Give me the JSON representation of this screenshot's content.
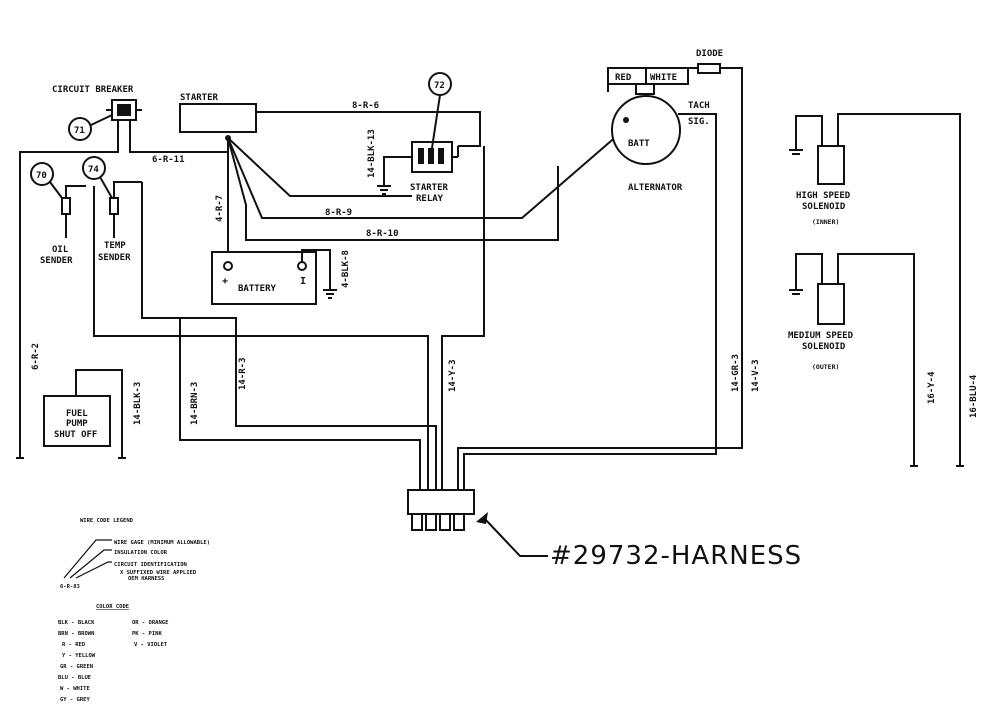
{
  "components": {
    "circuit_breaker": "CIRCUIT BREAKER",
    "starter": "STARTER",
    "starter_relay": [
      "STARTER",
      "RELAY"
    ],
    "oil_sender": [
      "OIL",
      "SENDER"
    ],
    "temp_sender": [
      "TEMP",
      "SENDER"
    ],
    "battery": "BATTERY",
    "battery_plus": "+",
    "battery_minus": "I",
    "fuel_pump": [
      "FUEL",
      "PUMP",
      "SHUT OFF"
    ],
    "alternator": "ALTERNATOR",
    "alt_batt": "BATT",
    "alt_red": "RED",
    "alt_white": "WHITE",
    "tach": "TACH",
    "sig": "SIG.",
    "diode": "DIODE",
    "high_speed": [
      "HIGH SPEED",
      "SOLENOID",
      "(INNER)"
    ],
    "medium_speed": [
      "MEDIUM SPEED",
      "SOLENOID",
      "(OUTER)"
    ],
    "harness": "#29732-HARNESS"
  },
  "callouts": [
    "71",
    "72",
    "70",
    "74"
  ],
  "wires": {
    "w8r6": "8-R-6",
    "w6r11": "6-R-11",
    "w14blk13": "14-BLK-13",
    "w4r7": "4-R-7",
    "w8r9": "8-R-9",
    "w8r10": "8-R-10",
    "w4blk8": "4-BLK-8",
    "w6r2": "6-R-2",
    "w14blk3": "14-BLK-3",
    "w14brn3": "14-BRN-3",
    "w14r3": "14-R-3",
    "w14y3": "14-Y-3",
    "w14gr3": "14-GR-3",
    "w14v3": "14-V-3",
    "w16y4": "16-Y-4",
    "w16blu4": "16-BLU-4"
  },
  "legend": {
    "title": "WIRE CODE LEGEND",
    "items": [
      "WIRE GAGE (MINIMUM ALLOWABLE)",
      "INSULATION COLOR",
      "CIRCUIT IDENTIFICATION",
      "X SUFFIXED WIRE APPLIED",
      "OEM HARNESS"
    ],
    "example": "6-R-83",
    "color_title": "COLOR CODE",
    "colors_left": [
      "BLK - BLACK",
      "BRN - BROWN",
      "R - RED",
      "Y - YELLOW",
      "GR - GREEN",
      "BLU - BLUE",
      "W - WHITE",
      "GY - GREY"
    ],
    "colors_right": [
      "OR - ORANGE",
      "PK - PINK",
      "V - VIOLET"
    ]
  }
}
